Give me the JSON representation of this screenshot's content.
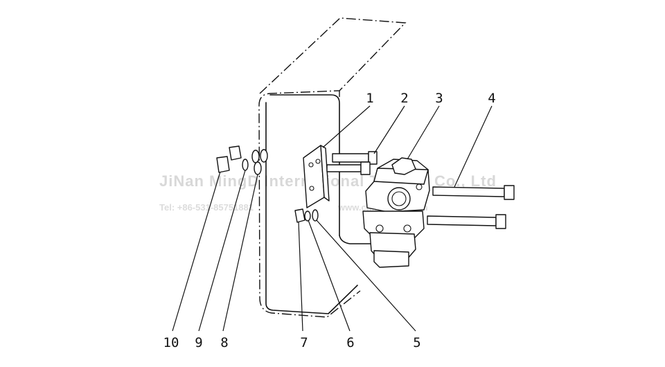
{
  "diagram": {
    "callouts": [
      {
        "id": "1",
        "label": "1"
      },
      {
        "id": "2",
        "label": "2"
      },
      {
        "id": "3",
        "label": "3"
      },
      {
        "id": "4",
        "label": "4"
      },
      {
        "id": "5",
        "label": "5"
      },
      {
        "id": "6",
        "label": "6"
      },
      {
        "id": "7",
        "label": "7"
      },
      {
        "id": "8",
        "label": "8"
      },
      {
        "id": "9",
        "label": "9"
      },
      {
        "id": "10",
        "label": "10"
      }
    ],
    "watermark": {
      "company": "JiNan MingD International Trading Co., Ltd",
      "tel": "Tel: +86-531-85751881",
      "web": "www.chinatruck.com"
    }
  }
}
